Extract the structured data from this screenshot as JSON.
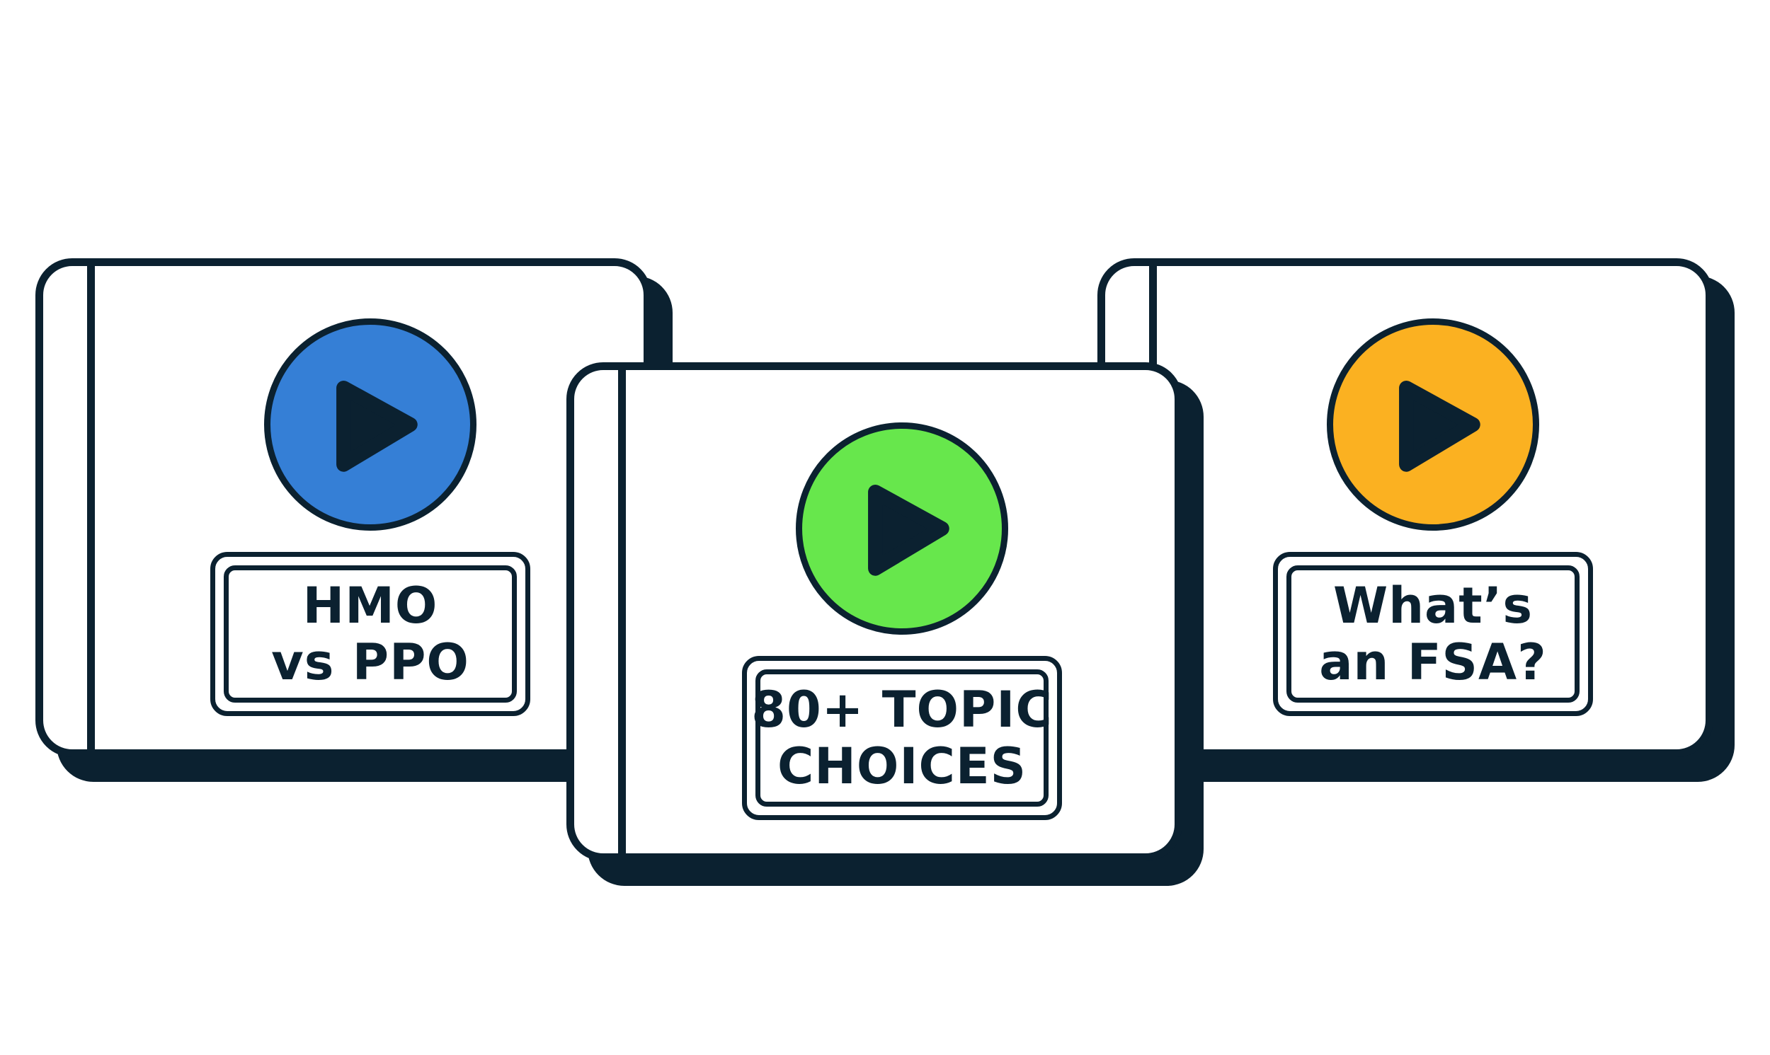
{
  "cards": [
    {
      "id": "hmo",
      "lines": [
        "HMO",
        "vs PPO"
      ],
      "accent": "#357fd6",
      "icon": "play-icon"
    },
    {
      "id": "topics",
      "lines": [
        "80+ TOPIC",
        "CHOICES"
      ],
      "accent": "#67e74c",
      "icon": "play-icon"
    },
    {
      "id": "fsa",
      "lines": [
        "What’s",
        "an FSA?"
      ],
      "accent": "#fbb121",
      "icon": "play-icon"
    }
  ],
  "colors": {
    "ink": "#0b2130",
    "background": "#ffffff"
  }
}
